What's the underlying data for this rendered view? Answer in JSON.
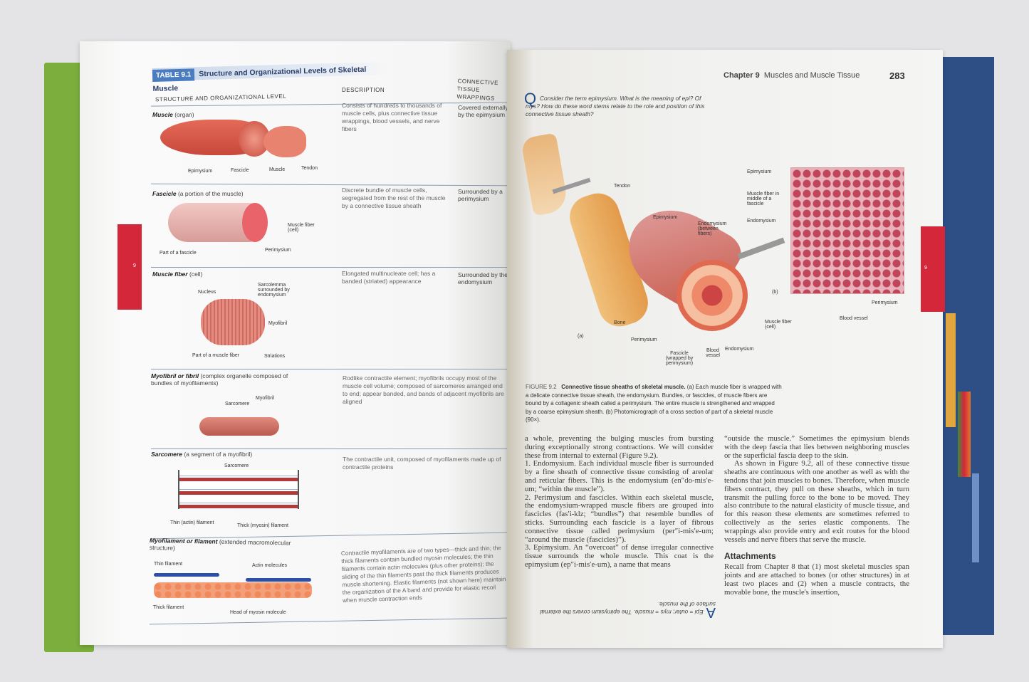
{
  "left_page": {
    "table": {
      "tag": "TABLE 9.1",
      "title": "Structure and Organizational Levels of Skeletal Muscle",
      "headers": [
        "STRUCTURE AND ORGANIZATIONAL LEVEL",
        "DESCRIPTION",
        "CONNECTIVE TISSUE WRAPPINGS"
      ],
      "rows": [
        {
          "name": "Muscle",
          "qual": "(organ)",
          "description": "Consists of hundreds to thousands of muscle cells, plus connective tissue wrappings, blood vessels, and nerve fibers",
          "wrapping": "Covered externally by the epimysium",
          "labels": [
            "Epimysium",
            "Fascicle",
            "Muscle",
            "Tendon"
          ]
        },
        {
          "name": "Fascicle",
          "qual": "(a portion of the muscle)",
          "description": "Discrete bundle of muscle cells, segregated from the rest of the muscle by a connective tissue sheath",
          "wrapping": "Surrounded by a perimysium",
          "labels": [
            "Part of a fascicle",
            "Muscle fiber (cell)",
            "Perimysium"
          ]
        },
        {
          "name": "Muscle fiber",
          "qual": "(cell)",
          "description": "Elongated multinucleate cell; has a banded (striated) appearance",
          "wrapping": "Surrounded by the endomysium",
          "labels": [
            "Nucleus",
            "Sarcolemma surrounded by endomysium",
            "Myofibril",
            "Part of a muscle fiber",
            "Striations"
          ]
        },
        {
          "name": "Myofibril or fibril",
          "qual": "(complex organelle composed of bundles of myofilaments)",
          "description": "Rodlike contractile element; myofibrils occupy most of the muscle cell volume; composed of sarcomeres arranged end to end; appear banded, and bands of adjacent myofibrils are aligned",
          "wrapping": "",
          "labels": [
            "Sarcomere",
            "Myofibril"
          ]
        },
        {
          "name": "Sarcomere",
          "qual": "(a segment of a myofibril)",
          "description": "The contractile unit, composed of myofilaments made up of contractile proteins",
          "wrapping": "",
          "labels": [
            "Sarcomere",
            "Thin (actin) filament",
            "Thick (myosin) filament"
          ]
        },
        {
          "name": "Myofilament or filament",
          "qual": "(extended macromolecular structure)",
          "description": "Contractile myofilaments are of two types—thick and thin; the thick filaments contain bundled myosin molecules; the thin filaments contain actin molecules (plus other proteins); the sliding of the thin filaments past the thick filaments produces muscle shortening. Elastic filaments (not shown here) maintain the organization of the A band and provide for elastic recoil when muscle contraction ends",
          "wrapping": "",
          "labels": [
            "Thin filament",
            "Actin molecules",
            "Thick filament",
            "Head of myosin molecule"
          ]
        }
      ]
    },
    "tab_label": "9"
  },
  "right_page": {
    "header": {
      "chapter": "Chapter 9",
      "title": "Muscles and Muscle Tissue",
      "page": "283"
    },
    "question": {
      "mark": "Q",
      "text": "Consider the term epimysium. What is the meaning of epi? Of mys? How do these word stems relate to the role and position of this connective tissue sheath?"
    },
    "figure": {
      "labels_a": [
        "Tendon",
        "Epimysium",
        "Endomysium (between fibers)",
        "Bone",
        "Perimysium",
        "(a)",
        "Fascicle (wrapped by perimysium)",
        "Blood vessel",
        "Endomysium",
        "Muscle fiber (cell)"
      ],
      "labels_b": [
        "Epimysium",
        "Muscle fiber in middle of a fascicle",
        "Endomysium",
        "(b)",
        "Perimysium",
        "Blood vessel"
      ],
      "caption_num": "FIGURE 9.2",
      "caption_title": "Connective tissue sheaths of skeletal muscle.",
      "caption_text": "(a) Each muscle fiber is wrapped with a delicate connective tissue sheath, the endomysium. Bundles, or fascicles, of muscle fibers are bound by a collagenic sheath called a perimysium. The entire muscle is strengthened and wrapped by a coarse epimysium sheath. (b) Photomicrograph of a cross section of part of a skeletal muscle (90×)."
    },
    "col1": [
      "a whole, preventing the bulging muscles from bursting during exceptionally strong contractions. We will consider these from internal to external (Figure 9.2).",
      "1. Endomysium. Each individual muscle fiber is surrounded by a fine sheath of connective tissue consisting of areolar and reticular fibers. This is the endomysium (en″do-mis′e-um; “within the muscle”).",
      "2. Perimysium and fascicles. Within each skeletal muscle, the endomysium-wrapped muscle fibers are grouped into fascicles (fas′i-klz; “bundles”) that resemble bundles of sticks. Surrounding each fascicle is a layer of fibrous connective tissue called perimysium (per″i-mis′e-um; “around the muscle (fascicles)”).",
      "3. Epimysium. An “overcoat” of dense irregular connective tissue surrounds the whole muscle. This coat is the epimysium (ep″i-mis′e-um), a name that means"
    ],
    "answer": {
      "mark": "A",
      "text": "Epi = outer; mys = muscle. The epimysium covers the external surface of the muscle."
    },
    "col2": [
      "“outside the muscle.” Sometimes the epimysium blends with the deep fascia that lies between neighboring muscles or the superficial fascia deep to the skin.",
      "As shown in Figure 9.2, all of these connective tissue sheaths are continuous with one another as well as with the tendons that join muscles to bones. Therefore, when muscle fibers contract, they pull on these sheaths, which in turn transmit the pulling force to the bone to be moved. They also contribute to the natural elasticity of muscle tissue, and for this reason these elements are sometimes referred to collectively as the series elastic components. The wrappings also provide entry and exit routes for the blood vessels and nerve fibers that serve the muscle."
    ],
    "section_heading": "Attachments",
    "col2_end": "Recall from Chapter 8 that (1) most skeletal muscles span joints and are attached to bones (or other structures) in at least two places and (2) when a muscle contracts, the movable bone, the muscle's insertion,",
    "tab_label": "9"
  },
  "colors": {
    "tab_red": "#d5273a",
    "table_blue": "#4a7cc0",
    "cover_green": "#7bae3c",
    "cover_blue": "#2d4f86"
  }
}
